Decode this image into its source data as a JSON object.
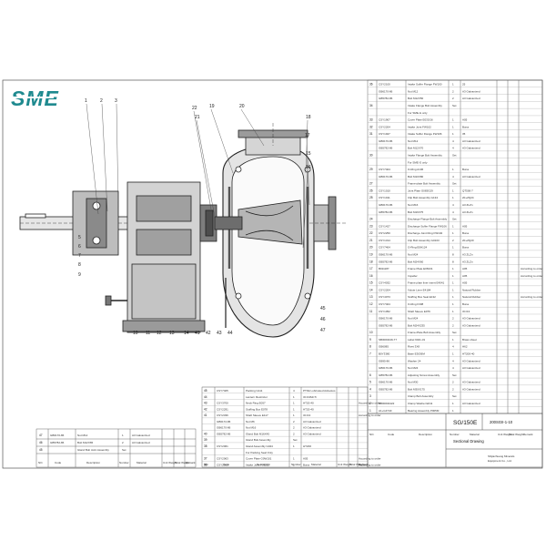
{
  "logo": "SME",
  "title_block": {
    "drawing_no": "SG/150E",
    "drawing_name": "Sectional Drawing",
    "code": "200SGII-1-10",
    "company_line1": "Shijiazhuang Minerals",
    "company_line2": "Equipment Co., Ltd.",
    "headers": [
      "NO.",
      "Code",
      "Description",
      "Number",
      "Material",
      "Unit Weight",
      "Total Weight",
      "Remark"
    ]
  },
  "callouts_top": [
    "1",
    "2",
    "3",
    "22",
    "21",
    "20",
    "19",
    "18",
    "17",
    "15",
    "16"
  ],
  "callouts_bottom": [
    "5",
    "6",
    "7",
    "8",
    "9",
    "10",
    "11",
    "12",
    "13",
    "14",
    "41",
    "42",
    "43",
    "44",
    "45",
    "46",
    "47"
  ],
  "right_table": [
    {
      "no": "36",
      "code": "CSY2100",
      "desc": "Intake Suffer Flange FW100",
      "num": "1",
      "mat": "25",
      "rem": ""
    },
    {
      "no": "",
      "code": "GB6170-86",
      "desc": "Nut M12",
      "num": "2",
      "mat": "A3 Galvanized",
      "rem": ""
    },
    {
      "no": "",
      "code": "GB5782-86",
      "desc": "Bolt M12X50",
      "num": "2",
      "mat": "A3 Galvanized",
      "rem": ""
    },
    {
      "no": "34",
      "code": "",
      "desc": "Intake Flange Bolt Assembly",
      "num": "Set",
      "mat": "",
      "rem": ""
    },
    {
      "no": "",
      "code": "",
      "desc": "For SME-G only",
      "num": "",
      "mat": "",
      "rem": ""
    },
    {
      "no": "33",
      "code": "CSY1907",
      "desc": "Cover Plate E033/16",
      "num": "1",
      "mat": "A05",
      "rem": ""
    },
    {
      "no": "32",
      "code": "CSY2204",
      "desc": "Intake Joint FW102",
      "num": "1",
      "mat": "Buna",
      "rem": ""
    },
    {
      "no": "31",
      "code": "CSY1927",
      "desc": "Intake Suffer Flange FW106",
      "num": "1",
      "mat": "35",
      "rem": ""
    },
    {
      "no": "",
      "code": "GB6170-86",
      "desc": "Nut M12",
      "num": "4",
      "mat": "A3 Galvanized",
      "rem": ""
    },
    {
      "no": "",
      "code": "GB5782-86",
      "desc": "Bolt M12X70",
      "num": "4",
      "mat": "A3 Galvanized",
      "rem": ""
    },
    {
      "no": "30",
      "code": "",
      "desc": "Intake Flange Bolt Assembly",
      "num": "Set",
      "mat": "",
      "rem": ""
    },
    {
      "no": "",
      "code": "",
      "desc": "For SME-G only",
      "num": "",
      "mat": "",
      "rem": ""
    },
    {
      "no": "29",
      "code": "CSY7404",
      "desc": "O-Ring A106",
      "num": "1",
      "mat": "Buna",
      "rem": ""
    },
    {
      "no": "",
      "code": "GB6170-86",
      "desc": "Bolt M10X80",
      "num": "4",
      "mat": "A3 Galvanized",
      "rem": ""
    },
    {
      "no": "27",
      "code": "",
      "desc": "Frame-plate Bolt Assembly",
      "num": "Set",
      "mat": "",
      "rem": ""
    },
    {
      "no": "26",
      "code": "CSY1010",
      "desc": "Joint Plate G083G29",
      "num": "1",
      "mat": "QT500-7",
      "rem": ""
    },
    {
      "no": "25",
      "code": "CSY1011",
      "desc": "Clip Bolt Assembly G134",
      "num": "1",
      "mat": "20+ZQ24",
      "rem": ""
    },
    {
      "no": "",
      "code": "GB6170-86",
      "desc": "Nut M16",
      "num": "4",
      "mat": "A3 ZLZn",
      "rem": ""
    },
    {
      "no": "",
      "code": "GB5782-86",
      "desc": "Bolt M16X75",
      "num": "4",
      "mat": "A3 ZLZn",
      "rem": ""
    },
    {
      "no": "24",
      "code": "",
      "desc": "Discharge Flange Bolt Assembly",
      "num": "Set",
      "mat": "",
      "rem": ""
    },
    {
      "no": "23",
      "code": "CSY1427",
      "desc": "Discharge Suffer Flange FW106",
      "num": "1",
      "mat": "A05",
      "rem": ""
    },
    {
      "no": "22",
      "code": "CSY2250",
      "desc": "Discharge Joint Ring FW102",
      "num": "1",
      "mat": "Buna",
      "rem": ""
    },
    {
      "no": "21",
      "code": "CSY1314",
      "desc": "Clip Bolt Assembly G0103",
      "num": "2",
      "mat": "20+ZQ20",
      "rem": ""
    },
    {
      "no": "20",
      "code": "CSY7404",
      "desc": "O-Ring E0H124",
      "num": "1",
      "mat": "Buna",
      "rem": ""
    },
    {
      "no": "19",
      "code": "GB6170-86",
      "desc": "Nut M24",
      "num": "8",
      "mat": "A3 ZLZn",
      "rem": ""
    },
    {
      "no": "18",
      "code": "GB5782-86",
      "desc": "Bolt M24X60",
      "num": "8",
      "mat": "A3 ZLZn",
      "rem": ""
    },
    {
      "no": "17",
      "code": "B011187",
      "desc": "Frame Plate E08131",
      "num": "1",
      "mat": "A05",
      "rem": "According to order"
    },
    {
      "no": "16",
      "code": "",
      "desc": "Impeller",
      "num": "1",
      "mat": "A05",
      "rem": "According to order"
    },
    {
      "no": "15",
      "code": "CSY4032",
      "desc": "Frame plate liner insert E4041",
      "num": "1",
      "mat": "A05",
      "rem": ""
    },
    {
      "no": "14",
      "code": "CSY2204",
      "desc": "Volute Liner E4184",
      "num": "1",
      "mat": "Natural Rubber",
      "rem": ""
    },
    {
      "no": "13",
      "code": "CSY4073",
      "desc": "Stuffing Box Seal E132",
      "num": "1",
      "mat": "Natural Rubber",
      "rem": "According to order"
    },
    {
      "no": "12",
      "code": "CSY7404",
      "desc": "O-Ring F308",
      "num": "1",
      "mat": "Buna",
      "rem": ""
    },
    {
      "no": "11",
      "code": "CSY1052",
      "desc": "Shaft Sleeve E076",
      "num": "1",
      "mat": "3Cr13",
      "rem": ""
    },
    {
      "no": "",
      "code": "GB6170-86",
      "desc": "Nut M24",
      "num": "2",
      "mat": "A3 Galvanized",
      "rem": ""
    },
    {
      "no": "",
      "code": "GB5782-86",
      "desc": "Bolt M24X235",
      "num": "2",
      "mat": "A3 Galvanized",
      "rem": ""
    },
    {
      "no": "10",
      "code": "",
      "desc": "Frame-Plate Bolt Assembly",
      "num": "Set",
      "mat": "",
      "rem": ""
    },
    {
      "no": "9",
      "code": "SB3000449-77",
      "desc": "Label 9041-31",
      "num": "1",
      "mat": "Brass sheet",
      "rem": ""
    },
    {
      "no": "8",
      "code": "GB6085",
      "desc": "Rivet 3X8",
      "num": "4",
      "mat": "H62",
      "rem": ""
    },
    {
      "no": "7",
      "code": "B0Y3380",
      "desc": "Base E3036M",
      "num": "1",
      "mat": "HT200-40",
      "rem": ""
    },
    {
      "no": "",
      "code": "GB95-86",
      "desc": "Washer 24",
      "num": "4",
      "mat": "A3 Galvanized",
      "rem": ""
    },
    {
      "no": "",
      "code": "GB6170-86",
      "desc": "Nut M24",
      "num": "4",
      "mat": "A3 Galvanized",
      "rem": ""
    },
    {
      "no": "6",
      "code": "GB5782-86",
      "desc": "Adjusting Screw Assembly",
      "num": "Set",
      "mat": "",
      "rem": ""
    },
    {
      "no": "5",
      "code": "GB6170-86",
      "desc": "Nut M30",
      "num": "2",
      "mat": "A3 Galvanized",
      "rem": ""
    },
    {
      "no": "4",
      "code": "GB5782-86",
      "desc": "Bolt M30X175",
      "num": "2",
      "mat": "A3 Galvanized",
      "rem": ""
    },
    {
      "no": "3",
      "code": "",
      "desc": "Clamp Bolt Assembly",
      "num": "Set",
      "mat": "",
      "rem": ""
    },
    {
      "no": "2",
      "code": "SB00004422",
      "desc": "Clamp Washer E011",
      "num": "1",
      "mat": "A3 Galvanized",
      "rem": ""
    },
    {
      "no": "1",
      "code": "A1+G4740",
      "desc": "Bearing Assembly P005M",
      "num": "1",
      "mat": "",
      "rem": ""
    }
  ],
  "middle_table": [
    {
      "no": "45",
      "code": "CSY7405",
      "desc": "Packing G111",
      "num": "4",
      "mat": "PTFE Lubricated Asbestos",
      "rem": ""
    },
    {
      "no": "44",
      "code": "",
      "desc": "Lantern Restrictor",
      "num": "1",
      "mat": "3Cr13MnTi",
      "rem": ""
    },
    {
      "no": "43",
      "code": "CSY3700",
      "desc": "Neck Ring E057",
      "num": "1",
      "mat": "HT20-40",
      "rem": "According to order"
    },
    {
      "no": "42",
      "code": "CSY2291",
      "desc": "Stuffing Box E078",
      "num": "1",
      "mat": "HT20-40",
      "rem": ""
    },
    {
      "no": "41",
      "code": "CSY2336",
      "desc": "Shaft Sleeve E117",
      "num": "1",
      "mat": "3Cr13",
      "rem": "According to order"
    },
    {
      "no": "",
      "code": "GB6172-86",
      "desc": "Nut M6",
      "num": "2",
      "mat": "A3 Galvanized",
      "rem": ""
    },
    {
      "no": "",
      "code": "GB6170-86",
      "desc": "Nut M16",
      "num": "2",
      "mat": "A3 Galvanized",
      "rem": ""
    },
    {
      "no": "40",
      "code": "GB5782-86",
      "desc": "Gland Bolt M16X45",
      "num": "2",
      "mat": "A3 Galvanized",
      "rem": ""
    },
    {
      "no": "39",
      "code": "",
      "desc": "Gland Bolt Assembly",
      "num": "Set",
      "mat": "",
      "rem": ""
    },
    {
      "no": "38",
      "code": "CSY2061",
      "desc": "Gland Assembly G044",
      "num": "1",
      "mat": "HT200",
      "rem": ""
    },
    {
      "no": "",
      "code": "",
      "desc": "For Packing Seal Only",
      "num": "",
      "mat": "",
      "rem": ""
    },
    {
      "no": "37",
      "code": "CSY2063",
      "desc": "Cover Plate G0W101",
      "num": "1",
      "mat": "A05",
      "rem": "According to order"
    },
    {
      "no": "36",
      "code": "CSY2061",
      "desc": "Intake Joint FW102",
      "num": "1",
      "mat": "Buna",
      "rem": "According to order"
    }
  ],
  "left_table": [
    {
      "no": "47",
      "code": "GB6170-86",
      "desc": "Nut M12",
      "num": "1",
      "mat": "A3 Galvanized",
      "rem": ""
    },
    {
      "no": "46",
      "code": "GB5782-86",
      "desc": "Bolt M12X65",
      "num": "2",
      "mat": "A3 Galvanized",
      "rem": ""
    },
    {
      "no": "45",
      "code": "",
      "desc": "Gland Bolt Joint Assembly",
      "num": "Set",
      "mat": "",
      "rem": ""
    }
  ]
}
